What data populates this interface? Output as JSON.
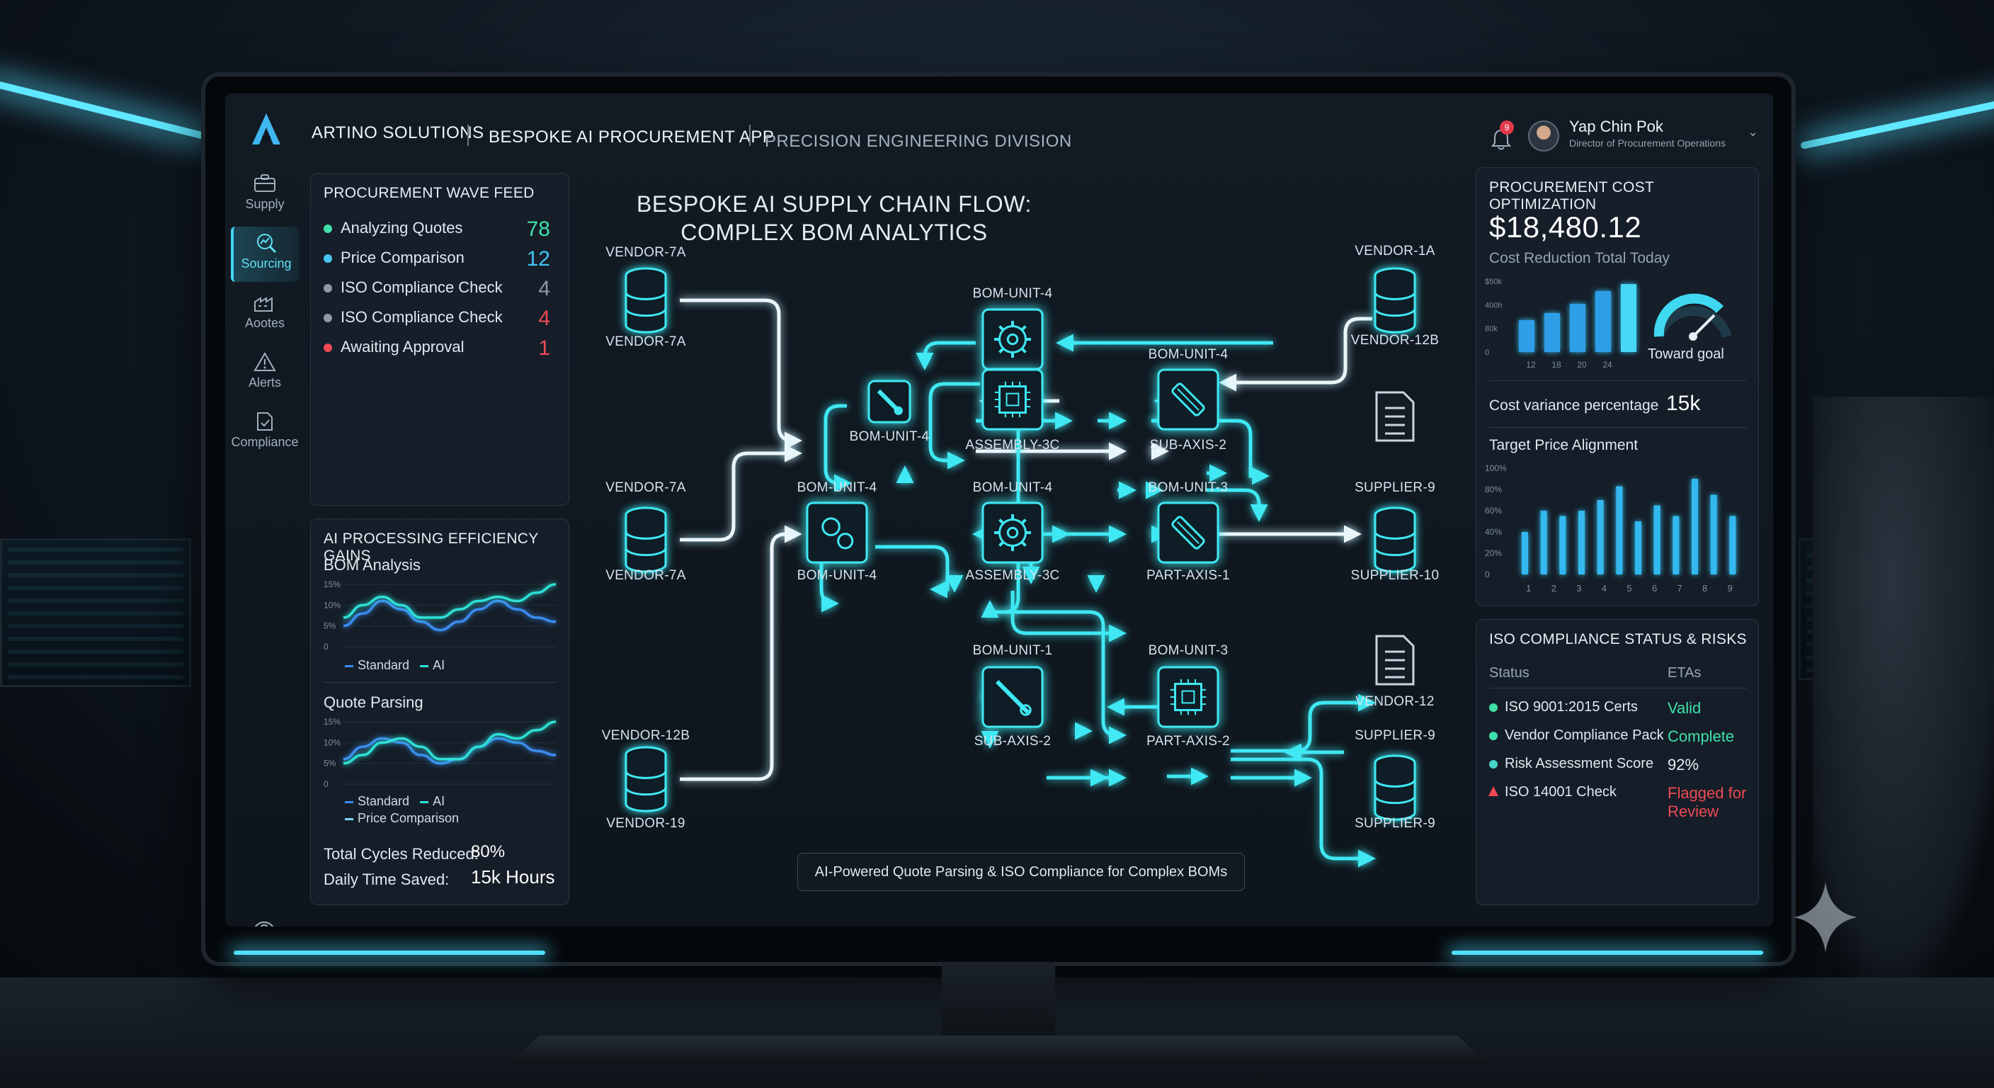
{
  "header": {
    "company": "ARTINO SOLUTIONS",
    "app": "BESPOKE AI PROCUREMENT APP",
    "division": "PRECISION ENGINEERING DIVISION",
    "notification_count": "9",
    "user_name": "Yap Chin Pok",
    "user_role": "Director of Procurement Operations"
  },
  "sidebar": {
    "items": [
      {
        "label": "Supply",
        "icon": "briefcase-icon"
      },
      {
        "label": "Sourcing",
        "icon": "search-chart-icon",
        "active": true
      },
      {
        "label": "Aootes",
        "icon": "factory-icon"
      },
      {
        "label": "Alerts",
        "icon": "warning-icon"
      },
      {
        "label": "Compliance",
        "icon": "document-check-icon"
      }
    ],
    "help_icon": "help-icon",
    "logout_icon": "logout-icon"
  },
  "wave_feed": {
    "title": "PROCUREMENT WAVE FEED",
    "rows": [
      {
        "label": "Analyzing Quotes",
        "count": "78",
        "dot": "#3fe0a8",
        "count_color": "#3fe0a8"
      },
      {
        "label": "Price Comparison",
        "count": "12",
        "dot": "#46c6f5",
        "count_color": "#46c6f5"
      },
      {
        "label": "ISO Compliance Check",
        "count": "4",
        "dot": "#8d9aa5",
        "count_color": "#8d9aa5"
      },
      {
        "label": "ISO Compliance Check",
        "count": "4",
        "dot": "#8d9aa5",
        "count_color": "#ee4a55"
      },
      {
        "label": "Awaiting Approval",
        "count": "1",
        "dot": "#ee4a55",
        "count_color": "#ee4a55"
      }
    ]
  },
  "efficiency": {
    "title": "AI PROCESSING EFFICIENCY GAINS",
    "chart1_title": "BOM Analysis",
    "chart2_title": "Quote Parsing",
    "y_ticks": [
      "15%",
      "10%",
      "5%",
      "0"
    ],
    "legend1": [
      "Standard",
      "AI"
    ],
    "legend2": [
      "Standard",
      "AI",
      "Price Comparison"
    ],
    "total_cycles_label": "Total Cycles Reduced:",
    "total_cycles_value": "80%",
    "daily_time_label": "Daily Time Saved:",
    "daily_time_value": "15k Hours"
  },
  "diagram": {
    "title_line1": "BESPOKE AI SUPPLY CHAIN FLOW:",
    "title_line2": "COMPLEX BOM ANALYTICS",
    "caption": "AI-Powered Quote Parsing & ISO Compliance for Complex BOMs",
    "labels": {
      "v7a_top1": "VENDOR-7A",
      "v7a_top2": "VENDOR-7A",
      "v7a_mid1": "VENDOR-7A",
      "v7a_mid2": "VENDOR-7A",
      "v12b_bl": "VENDOR-12B",
      "v19": "VENDOR-19",
      "v1a": "VENDOR-1A",
      "v12b_tr": "VENDOR-12B",
      "bom4_top": "BOM-UNIT-4",
      "bom4_small": "BOM-UNIT-4",
      "asm3c_top": "ASSEMBLY-3C",
      "bom4_right": "BOM-UNIT-4",
      "subaxis2_top": "SUB-AXIS-2",
      "bom4_ca": "BOM-UNIT-4",
      "bom4_cb": "BOM-UNIT-4",
      "bom4_center": "BOM-UNIT-4",
      "asm3c_mid": "ASSEMBLY-3C",
      "bom3_mid": "BOM-UNIT-3",
      "partaxis1": "PART-AXIS-1",
      "supplier9_mid": "SUPPLIER-9",
      "supplier10": "SUPPLIER-10",
      "bom1": "BOM-UNIT-1",
      "subaxis2_bot": "SUB-AXIS-2",
      "bom3_bot": "BOM-UNIT-3",
      "partaxis2": "PART-AXIS-2",
      "vendor12": "VENDOR-12",
      "supplier9_a": "SUPPLIER-9",
      "supplier9_b": "SUPPLIER-9"
    }
  },
  "cost_opt": {
    "title": "PROCUREMENT COST OPTIMIZATION",
    "amount": "$18,480.12",
    "subtitle": "Cost Reduction Total Today",
    "gauge_label": "Toward goal",
    "variance_label": "Cost variance percentage",
    "variance_value": "15k",
    "target_label": "Target Price Alignment"
  },
  "chart_data": [
    {
      "type": "bar",
      "y_ticks": [
        "$50k",
        "400h",
        "80k",
        "0"
      ],
      "x_ticks": [
        "12",
        "18",
        "20",
        "24"
      ],
      "values": [
        0.45,
        0.55,
        0.68,
        0.86,
        0.96
      ]
    },
    {
      "type": "bar",
      "title": "Target Price Alignment",
      "y_ticks": [
        "100%",
        "80%",
        "60%",
        "40%",
        "20%",
        "0"
      ],
      "categories": [
        "1",
        "2",
        "3",
        "4",
        "5",
        "6",
        "7",
        "8",
        "9"
      ],
      "values": [
        40,
        60,
        55,
        60,
        70,
        83,
        50,
        65,
        55,
        90,
        75,
        55
      ],
      "ylim": [
        0,
        100
      ]
    },
    {
      "type": "line",
      "title": "BOM Analysis",
      "series": [
        {
          "name": "Standard",
          "values": [
            5,
            8,
            11,
            9,
            6,
            4,
            6,
            9,
            11,
            9,
            7,
            6
          ]
        },
        {
          "name": "AI",
          "values": [
            7,
            10,
            12,
            10,
            7,
            7,
            9,
            11,
            12,
            11,
            13,
            15
          ]
        }
      ],
      "ylim": [
        0,
        15
      ]
    },
    {
      "type": "line",
      "title": "Quote Parsing",
      "series": [
        {
          "name": "Standard",
          "values": [
            6,
            9,
            11,
            10,
            7,
            5,
            6,
            9,
            11,
            10,
            8,
            7
          ]
        },
        {
          "name": "AI",
          "values": [
            5,
            7,
            10,
            11,
            9,
            6,
            6,
            9,
            12,
            11,
            13,
            15
          ]
        }
      ],
      "ylim": [
        0,
        15
      ]
    }
  ],
  "iso": {
    "title": "ISO COMPLIANCE STATUS & RISKS",
    "col_status": "Status",
    "col_etas": "ETAs",
    "rows": [
      {
        "name": "ISO 9001:2015 Certs",
        "value": "Valid",
        "dot": "#3fe0a8",
        "color": "#3fe0a8"
      },
      {
        "name": "Vendor Compliance Pack",
        "value": "Complete",
        "dot": "#3fe0a8",
        "color": "#3fe0a8"
      },
      {
        "name": "Risk Assessment Score",
        "value": "92%",
        "dot": "#46d4c8",
        "color": "#e6eff5"
      },
      {
        "name": "ISO 14001 Check",
        "value": "Flagged for Review",
        "dot": "#ee4a55",
        "color": "#ee4a55"
      }
    ]
  },
  "colors": {
    "accent": "#4fdcf2",
    "background": "#0e151c"
  }
}
